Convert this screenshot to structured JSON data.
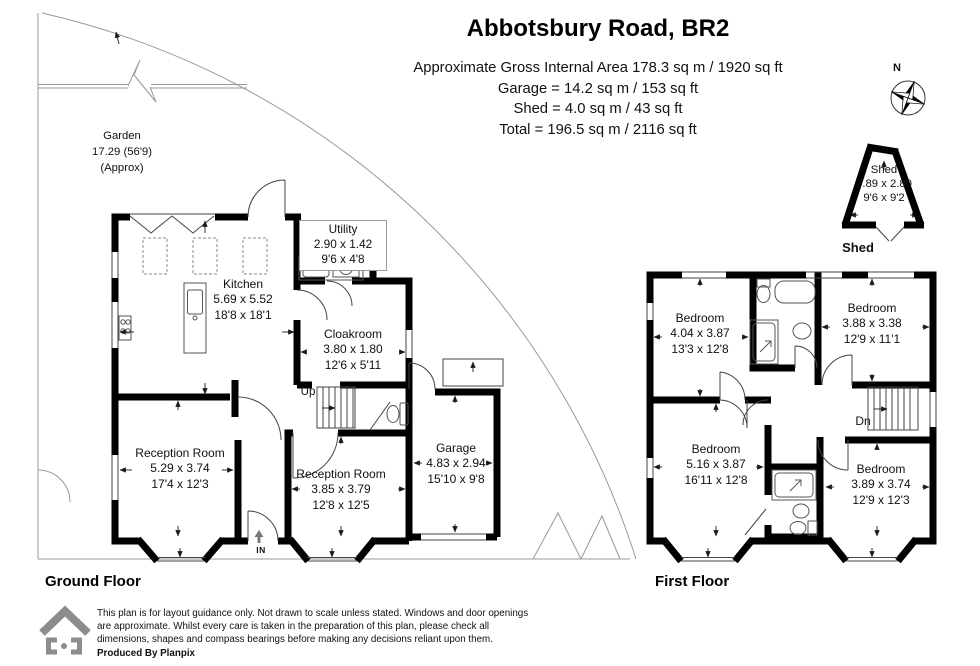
{
  "header": {
    "title": "Abbotsbury Road, BR2",
    "area_lines": [
      "Approximate Gross Internal Area 178.3 sq m / 1920 sq ft",
      "Garage = 14.2 sq m / 153 sq ft",
      "Shed = 4.0 sq m / 43 sq ft",
      "Total = 196.5 sq m / 2116 sq ft"
    ]
  },
  "compass": {
    "north_label": "N"
  },
  "shed": {
    "name": "Shed",
    "metric": "3.89 x 2.80",
    "imperial": "9'6 x 9'2",
    "caption": "Shed"
  },
  "ground_floor": {
    "caption": "Ground Floor",
    "garden": {
      "name": "Garden",
      "dim": "17.29 (56'9)",
      "approx": "(Approx)"
    },
    "rooms": [
      {
        "name": "Kitchen",
        "metric": "5.69 x 5.52",
        "imperial": "18'8 x 18'1"
      },
      {
        "name": "Utility",
        "metric": "2.90 x 1.42",
        "imperial": "9'6 x 4'8"
      },
      {
        "name": "Cloakroom",
        "metric": "3.80 x 1.80",
        "imperial": "12'6 x 5'11"
      },
      {
        "name": "Reception Room",
        "metric": "5.29 x 3.74",
        "imperial": "17'4 x 12'3"
      },
      {
        "name": "Reception Room",
        "metric": "3.85 x 3.79",
        "imperial": "12'8 x 12'5"
      },
      {
        "name": "Garage",
        "metric": "4.83 x 2.94",
        "imperial": "15'10 x 9'8"
      }
    ],
    "stairs_label": "Up",
    "entrance_label": "IN"
  },
  "first_floor": {
    "caption": "First Floor",
    "rooms": [
      {
        "name": "Bedroom",
        "metric": "4.04 x 3.87",
        "imperial": "13'3 x 12'8"
      },
      {
        "name": "Bedroom",
        "metric": "3.88 x 3.38",
        "imperial": "12'9 x 11'1"
      },
      {
        "name": "Bedroom",
        "metric": "5.16 x 3.87",
        "imperial": "16'11 x 12'8"
      },
      {
        "name": "Bedroom",
        "metric": "3.89 x 3.74",
        "imperial": "12'9 x 12'3"
      }
    ],
    "stairs_label": "Dn"
  },
  "footer": {
    "disclaimer_lines": [
      "This plan is for layout guidance only. Not drawn to scale unless stated. Windows and door openings",
      "are approximate. Whilst every care is taken in the preparation of this plan, please check all",
      "dimensions, shapes and compass bearings before making any decisions reliant upon them."
    ],
    "produced_by": "Produced By Planpix"
  },
  "colors": {
    "wall": "#000000",
    "thin_line": "#444444",
    "garden_line": "#999999",
    "logo_grey": "#8d8d8d",
    "arrow": "#1a1a1a"
  }
}
